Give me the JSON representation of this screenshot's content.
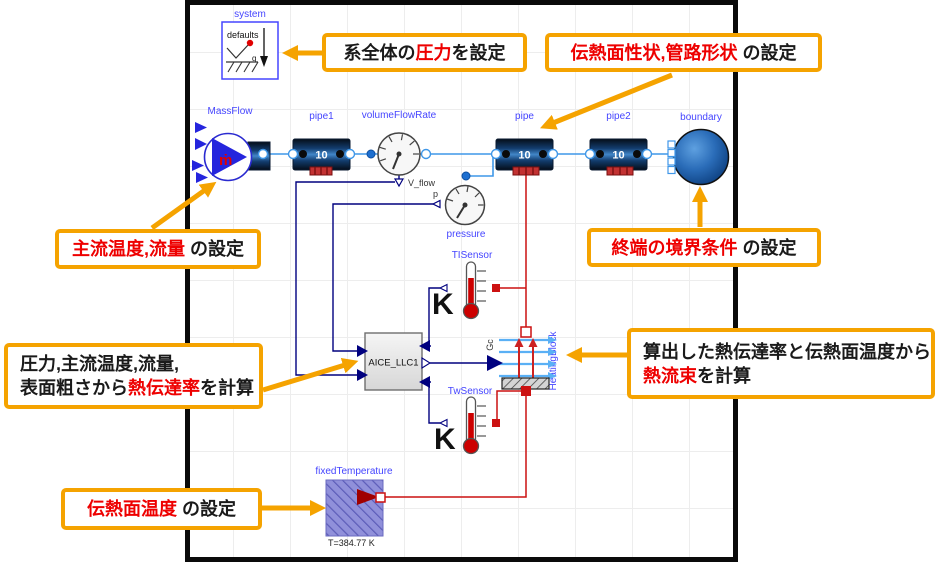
{
  "components": {
    "system": {
      "label": "system",
      "defaults_text": "defaults",
      "g_label": "g"
    },
    "massFlow": {
      "label": "MassFlow",
      "symbol": "ṁ"
    },
    "pipe1": {
      "label": "pipe1",
      "value": "10"
    },
    "volumeFlowRate": {
      "label": "volumeFlowRate",
      "output_label": "V_flow"
    },
    "pressure": {
      "label": "pressure",
      "output_label": "p"
    },
    "pipe": {
      "label": "pipe",
      "value": "10"
    },
    "pipe2": {
      "label": "pipe2",
      "value": "10"
    },
    "boundary": {
      "label": "boundary"
    },
    "tiSensor": {
      "label": "TISensor",
      "unit": "K"
    },
    "twSensor": {
      "label": "TwSensor",
      "unit": "K"
    },
    "aice": {
      "label": "AICE_LLC1"
    },
    "heatingBlock": {
      "label": "HeatingBlock",
      "input_label": "Gc"
    },
    "fixedTemperature": {
      "label": "fixedTemperature",
      "unit": "K",
      "value": "T=384.77 K"
    }
  },
  "callouts": [
    {
      "name": "system-pressure",
      "l1": [
        {
          "t": "系全体の",
          "c": "black"
        },
        {
          "t": "圧力",
          "c": "red"
        },
        {
          "t": "を設定",
          "c": "black"
        }
      ]
    },
    {
      "name": "heat-surface-pipe-shape",
      "l1": [
        {
          "t": "伝熱面性状,管路形状",
          "c": "red"
        },
        {
          "t": " の設定",
          "c": "black"
        }
      ]
    },
    {
      "name": "mainstream-temp-flow",
      "l1": [
        {
          "t": "主流温度,流量",
          "c": "red"
        },
        {
          "t": " の設定",
          "c": "black"
        }
      ]
    },
    {
      "name": "terminal-boundary",
      "l1": [
        {
          "t": "終端の境界条件",
          "c": "red"
        },
        {
          "t": " の設定",
          "c": "black"
        }
      ]
    },
    {
      "name": "htc-calc",
      "l1": [
        {
          "t": "圧力,主流温度,流量,",
          "c": "black"
        }
      ],
      "l2": [
        {
          "t": "表面粗さから",
          "c": "black"
        },
        {
          "t": "熱伝達率",
          "c": "red"
        },
        {
          "t": "を計算",
          "c": "black"
        }
      ]
    },
    {
      "name": "heat-flux-calc",
      "l1": [
        {
          "t": "算出した熱伝達率と伝熱面温度から",
          "c": "black"
        }
      ],
      "l2": [
        {
          "t": "熱流束",
          "c": "red"
        },
        {
          "t": "を計算",
          "c": "black"
        }
      ]
    },
    {
      "name": "surface-temp",
      "l1": [
        {
          "t": "伝熱面温度",
          "c": "red"
        },
        {
          "t": " の設定",
          "c": "black"
        }
      ]
    }
  ],
  "colors": {
    "annotation_accent": "#f5a300",
    "annotation_red_text": "#ee0000",
    "annotation_black_text": "#1a1a1a",
    "component_label_blue": "#4545ff",
    "fluid_line_blue": "#3f97e8",
    "signal_line_navy": "#00007f",
    "heat_line_red": "#cc1111",
    "canvas_border": "#0a0a0a"
  }
}
